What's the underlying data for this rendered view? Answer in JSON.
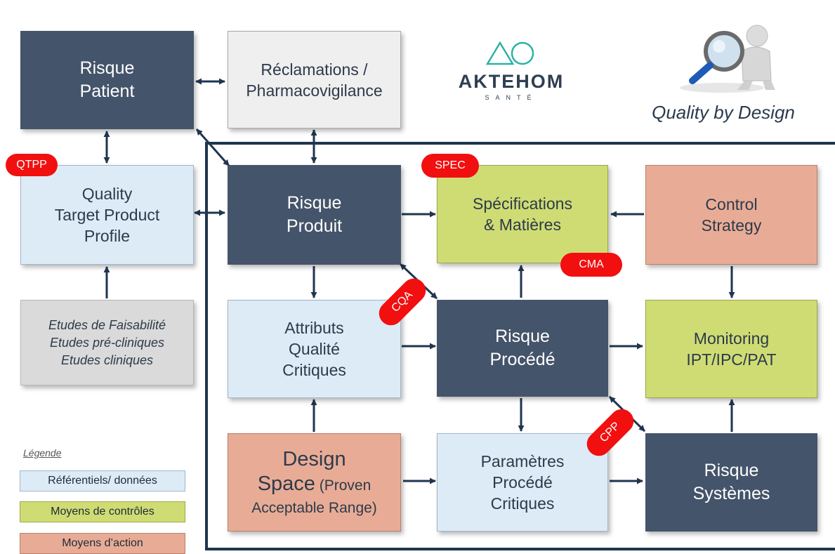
{
  "boxes": {
    "risque_patient": "Risque\nPatient",
    "reclamations": "Réclamations /\nPharmacovigilance",
    "qtpp": "Quality\nTarget Product\nProfile",
    "etudes": "Etudes de Faisabilité\nEtudes pré-cliniques\nEtudes cliniques",
    "risque_produit": "Risque\nProduit",
    "specifications": "Spécifications\n& Matières",
    "control_strategy": "Control\nStrategy",
    "attributs": "Attributs\nQualité\nCritiques",
    "risque_procede": "Risque\nProcédé",
    "monitoring": "Monitoring\nIPT/IPC/PAT",
    "design_space_line1": "Design",
    "design_space_line2a": "Space",
    "design_space_line2b": " (Proven",
    "design_space_line3": "Acceptable Range)",
    "parametres": "Paramètres\nProcédé\nCritiques",
    "risque_systemes": "Risque\nSystèmes"
  },
  "badges": {
    "qtpp": "QTPP",
    "spec": "SPEC",
    "cma": "CMA",
    "cqa": "CQA",
    "cpp": "CPP"
  },
  "logo": {
    "brand": "AKTEHOM",
    "sub": "SANTÉ"
  },
  "quality_title": "Quality by Design",
  "legend": {
    "title": "Légende",
    "items": [
      "Référentiels/ données",
      "Moyens de contrôles",
      "Moyens d’action"
    ]
  },
  "colors": {
    "dark_box": "#44546a",
    "reference_box": "#ddebf7",
    "control_box": "#cfdc74",
    "action_box": "#e8ac96",
    "badge": "#f20f0f",
    "arrow": "#1f3550",
    "brand_teal": "#2bb3a3"
  }
}
